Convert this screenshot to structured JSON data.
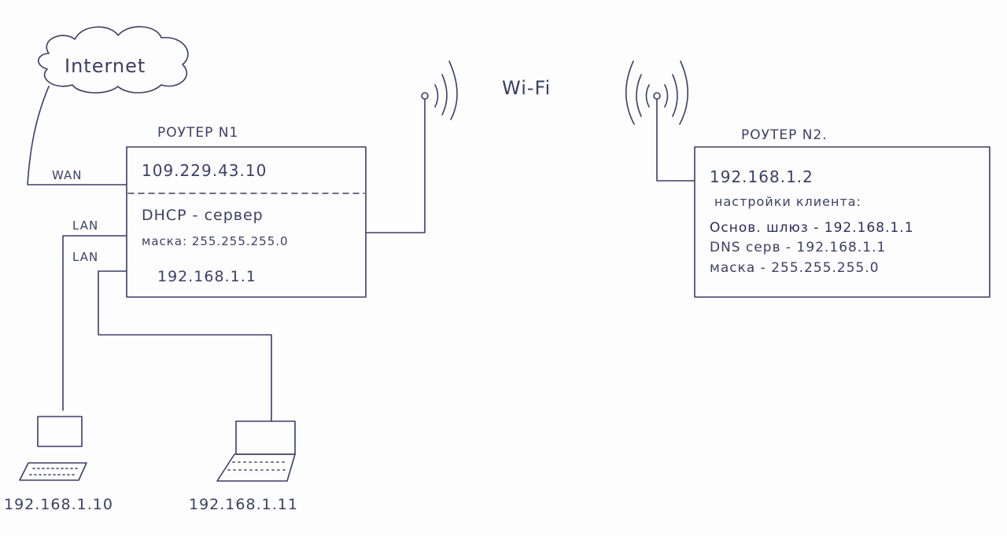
{
  "cloud": {
    "label": "Internet"
  },
  "router1": {
    "title": "РОУТЕР N1",
    "wan_ip": "109.229.43.10",
    "dhcp": "DHCP - сервер",
    "mask": "маска: 255.255.255.0",
    "lan_ip": "192.168.1.1",
    "ports": {
      "wan": "WAN",
      "lan1": "LAN",
      "lan2": "LAN"
    }
  },
  "wifi": {
    "label": "Wi-Fi"
  },
  "router2": {
    "title": "РОУТЕР N2.",
    "ip": "192.168.1.2",
    "client_settings": "настройки клиента:",
    "gateway": "Основ. шлюз - 192.168.1.1",
    "dns": "DNS серв - 192.168.1.1",
    "mask": "маска - 255.255.255.0"
  },
  "clients": [
    {
      "ip": "192.168.1.10"
    },
    {
      "ip": "192.168.1.11"
    }
  ],
  "colors": {
    "ink": "#3b3f66",
    "paper": "#fdfdfd"
  }
}
